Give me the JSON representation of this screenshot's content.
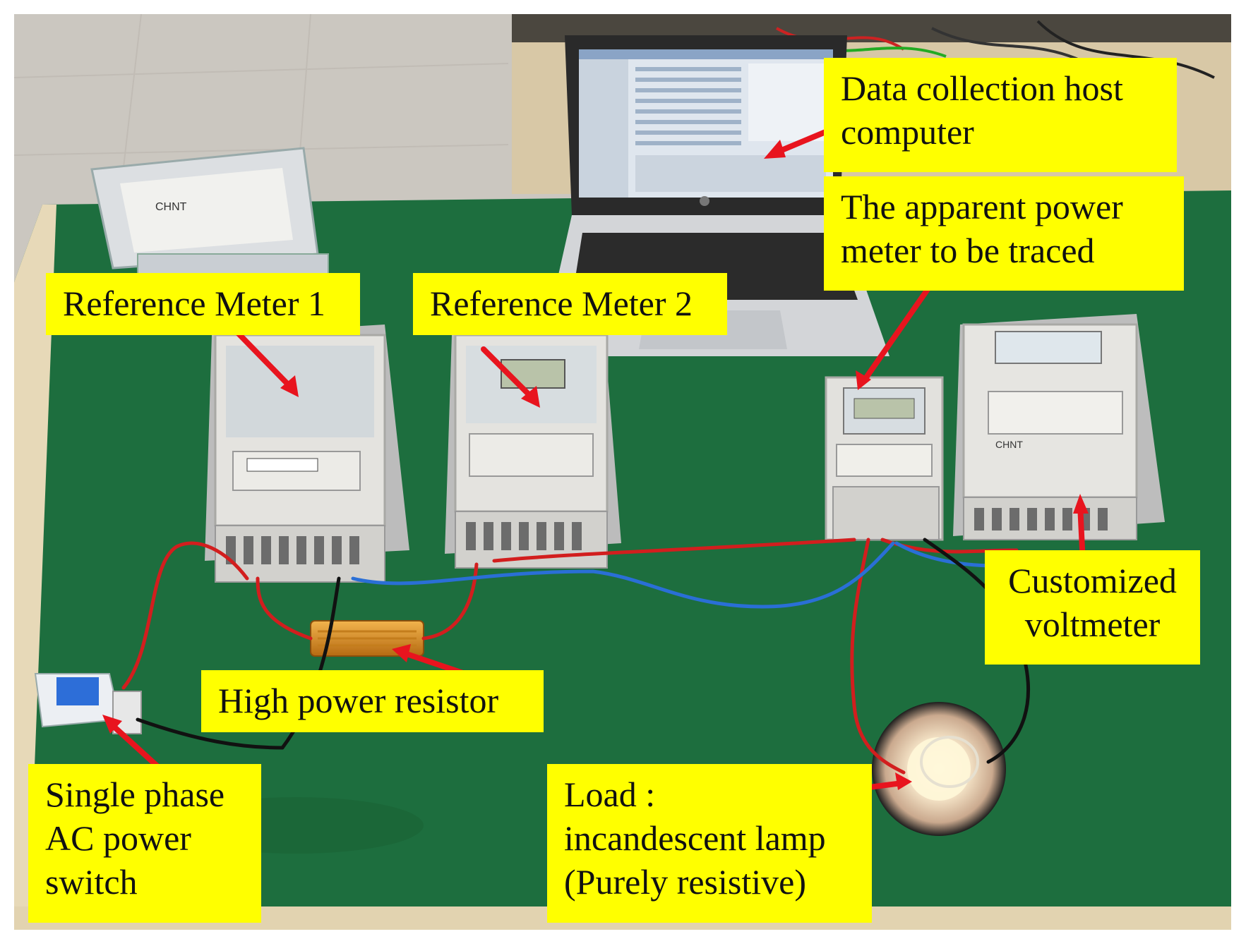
{
  "labels": {
    "host_computer": [
      "Data collection host",
      "computer"
    ],
    "ref_meter_1": "Reference Meter 1",
    "ref_meter_2": "Reference Meter 2",
    "traced_meter": [
      "The apparent power",
      "meter to be traced"
    ],
    "voltmeter": [
      "Customized",
      "voltmeter"
    ],
    "resistor": "High power resistor",
    "switch": [
      "Single phase",
      "AC power",
      "switch"
    ],
    "load": [
      "Load :",
      "incandescent lamp",
      "(Purely resistive)"
    ]
  },
  "colors": {
    "label_bg": "#ffff00",
    "arrow": "#e8141e",
    "table_green": "#1d6e3e",
    "table_edge": "#e7d9b8"
  },
  "brand_text": "CHNT"
}
